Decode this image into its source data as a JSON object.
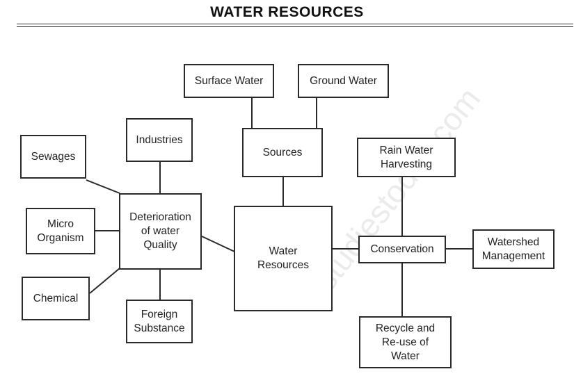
{
  "title": "WATER RESOURCES",
  "watermark": "studiestoday.com",
  "nodes": {
    "water_resources": "Water\nResources",
    "sources": "Sources",
    "surface_water": "Surface Water",
    "ground_water": "Ground Water",
    "deterioration": "Deterioration\nof water\nQuality",
    "industries": "Industries",
    "sewages": "Sewages",
    "micro_organism": "Micro\nOrganism",
    "chemical": "Chemical",
    "foreign_substance": "Foreign\nSubstance",
    "conservation": "Conservation",
    "rain_water_harvesting": "Rain Water\nHarvesting",
    "watershed_management": "Watershed\nManagement",
    "recycle_reuse": "Recycle and\nRe-use of\nWater"
  },
  "colors": {
    "line": "#2a2a2a",
    "text": "#222222"
  }
}
